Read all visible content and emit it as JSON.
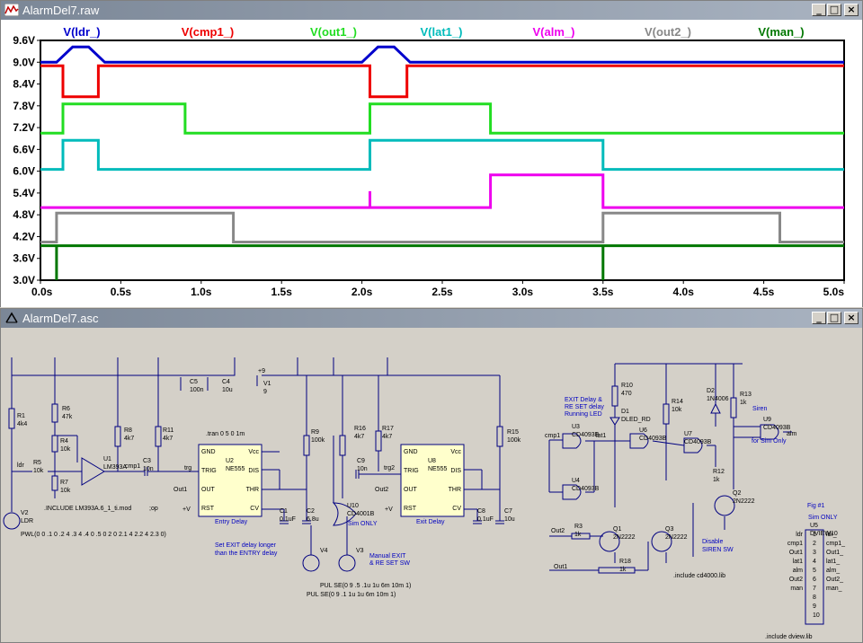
{
  "waveform_window": {
    "title": "AlarmDel7.raw",
    "buttons": {
      "minimize": "_",
      "maximize": "□",
      "close": "×"
    }
  },
  "schematic_window": {
    "title": "AlarmDel7.asc",
    "buttons": {
      "minimize": "_",
      "maximize": "□",
      "close": "×"
    }
  },
  "chart_data": {
    "type": "line",
    "title": "",
    "xlabel": "",
    "ylabel": "",
    "xlim": [
      0.0,
      5.0
    ],
    "ylim": [
      3.0,
      9.6
    ],
    "x_ticks": [
      "0.0s",
      "0.5s",
      "1.0s",
      "1.5s",
      "2.0s",
      "2.5s",
      "3.0s",
      "3.5s",
      "4.0s",
      "4.5s",
      "5.0s"
    ],
    "y_ticks": [
      "3.0V",
      "3.6V",
      "4.2V",
      "4.8V",
      "5.4V",
      "6.0V",
      "6.6V",
      "7.2V",
      "7.8V",
      "8.4V",
      "9.0V",
      "9.6V"
    ],
    "background": "#000000",
    "grid": false,
    "series": [
      {
        "name": "V(ldr_)",
        "color": "#0000cc",
        "x": [
          0.0,
          0.1,
          0.2,
          0.3,
          0.4,
          2.0,
          2.1,
          2.2,
          2.3,
          2.4,
          5.0
        ],
        "y": [
          9.0,
          9.0,
          9.42,
          9.42,
          9.0,
          9.0,
          9.42,
          9.42,
          9.0,
          9.0,
          9.0
        ]
      },
      {
        "name": "V(cmp1_)",
        "color": "#ee0000",
        "x": [
          0.0,
          0.14,
          0.14,
          0.36,
          0.36,
          2.05,
          2.05,
          2.28,
          2.28,
          5.0
        ],
        "y": [
          8.9,
          8.9,
          8.05,
          8.05,
          8.9,
          8.9,
          8.05,
          8.05,
          8.9,
          8.9
        ]
      },
      {
        "name": "V(out1_)",
        "color": "#22dd22",
        "x": [
          0.0,
          0.14,
          0.14,
          0.9,
          0.9,
          2.05,
          2.05,
          2.8,
          2.8,
          5.0
        ],
        "y": [
          7.05,
          7.05,
          7.85,
          7.85,
          7.05,
          7.05,
          7.85,
          7.85,
          7.05,
          7.05
        ]
      },
      {
        "name": "V(lat1_)",
        "color": "#00bbbb",
        "x": [
          0.0,
          0.14,
          0.14,
          0.36,
          0.36,
          2.05,
          2.05,
          3.5,
          3.5,
          5.0
        ],
        "y": [
          6.05,
          6.05,
          6.85,
          6.85,
          6.05,
          6.05,
          6.85,
          6.85,
          6.05,
          6.05
        ]
      },
      {
        "name": "V(alm_)",
        "color": "#ee00ee",
        "x": [
          0.0,
          2.05,
          2.05,
          2.05,
          2.8,
          2.8,
          3.5,
          3.5,
          5.0
        ],
        "y": [
          5.0,
          5.0,
          5.45,
          5.0,
          5.0,
          5.9,
          5.9,
          5.0,
          5.0
        ]
      },
      {
        "name": "V(out2_)",
        "color": "#888888",
        "x": [
          0.0,
          0.1,
          0.1,
          1.2,
          1.2,
          3.5,
          3.5,
          4.6,
          4.6,
          5.0
        ],
        "y": [
          4.05,
          4.05,
          4.85,
          4.85,
          4.05,
          4.05,
          4.85,
          4.85,
          4.05,
          4.05
        ]
      },
      {
        "name": "V(man_)",
        "color": "#007700",
        "x": [
          0.0,
          0.1,
          0.1,
          0.1,
          3.5,
          3.5,
          3.5,
          5.0
        ],
        "y": [
          3.95,
          3.95,
          3.0,
          3.95,
          3.95,
          3.0,
          3.95,
          3.95
        ]
      }
    ]
  },
  "schematic": {
    "parts": [
      {
        "ref": "R1",
        "value": "4k4"
      },
      {
        "ref": "R6",
        "value": "47k"
      },
      {
        "ref": "R4",
        "value": "10k"
      },
      {
        "ref": "R5",
        "value": "10k"
      },
      {
        "ref": "R7",
        "value": "10k"
      },
      {
        "ref": "U1",
        "value": "LM393A"
      },
      {
        "ref": "R8",
        "value": "4k7"
      },
      {
        "ref": "R11",
        "value": "4k7"
      },
      {
        "ref": "C3",
        "value": "10n"
      },
      {
        "ref": "C5",
        "value": "100n"
      },
      {
        "ref": "C4",
        "value": "10u"
      },
      {
        "ref": "V1",
        "value": "9"
      },
      {
        "ref": "U2",
        "value": "NE555"
      },
      {
        "ref": "R9",
        "value": "100k"
      },
      {
        "ref": "C1",
        "value": "0.1uF"
      },
      {
        "ref": "C2",
        "value": "6.8u"
      },
      {
        "ref": "R16",
        "value": "4k7"
      },
      {
        "ref": "R17",
        "value": "4k7"
      },
      {
        "ref": "C9",
        "value": "10n"
      },
      {
        "ref": "U10",
        "value": "CD4001B"
      },
      {
        "ref": "U8",
        "value": "NE555"
      },
      {
        "ref": "R15",
        "value": "100k"
      },
      {
        "ref": "C8",
        "value": "0.1uF"
      },
      {
        "ref": "C7",
        "value": "10u"
      },
      {
        "ref": "V4",
        "value": ""
      },
      {
        "ref": "V3",
        "value": ""
      },
      {
        "ref": "V2",
        "value": "LDR"
      },
      {
        "ref": "R10",
        "value": "470"
      },
      {
        "ref": "D1",
        "value": "DLED_RD"
      },
      {
        "ref": "U3",
        "value": "CD4093B"
      },
      {
        "ref": "U4",
        "value": "CD4093B"
      },
      {
        "ref": "U6",
        "value": "CD4093B"
      },
      {
        "ref": "U7",
        "value": "CD4093B"
      },
      {
        "ref": "R14",
        "value": "10k"
      },
      {
        "ref": "D2",
        "value": "1N4006"
      },
      {
        "ref": "R13",
        "value": "1k"
      },
      {
        "ref": "U9",
        "value": "CD4093B"
      },
      {
        "ref": "R12",
        "value": "1k"
      },
      {
        "ref": "Q2",
        "value": "2N2222"
      },
      {
        "ref": "R3",
        "value": "1k"
      },
      {
        "ref": "Q1",
        "value": "2N2222"
      },
      {
        "ref": "Q3",
        "value": "2N2222"
      },
      {
        "ref": "R18",
        "value": "1k"
      },
      {
        "ref": "U5",
        "value": "DVIEW10"
      }
    ],
    "texts": {
      "tran": ".tran 0 5 0 1m",
      "include_lm": ".INCLUDE LM393A.6_1_ti.mod",
      "op": ";op",
      "pwl": "PWL(0 0 .1 0 .2 4 .3 4 .4 0 .5 0 2 0 2.1 4 2.2 4 2.3 0)",
      "entry_delay": "Entry Delay",
      "exit_delay": "Exit Delay",
      "set_exit_delay": "Set EXIT delay  longer",
      "than_entry": "than the ENTRY delay",
      "sim_only": "Sim ONLY",
      "manual_exit": "Manual EXIT",
      "reset_sw": "& RE SET SW",
      "pulse1": "PUL SE(0 9 .5 .1u 1u 6m 10m 1)",
      "pulse2": "PUL SE(0 9 .1 1u 1u 6m 10m 1)",
      "exit_delay_label": "EXIT Delay &",
      "reset_delay": "RE SET delay",
      "running_led": "Running LED",
      "disable_siren": "Disable",
      "siren_sw": "SIREN  SW",
      "siren": "Siren",
      "for_sim_only": "for Sim Only",
      "include_cd": ".include cd4000.lib",
      "fig": "Fig #1",
      "fig_sim_only": "Sim ONLY",
      "include_dview": ".include dview.lib",
      "alm": "alm",
      "lat1": "lat1",
      "cmp1": "cmp1",
      "ldr": "ldr",
      "trg": "trg",
      "trg2": "trg2",
      "out1": "Out1",
      "out2": "Out2",
      "plus_v": "+V",
      "plus9": "+9"
    },
    "dview_pins": [
      "ldr_",
      "cmp1_",
      "Out1_",
      "lat1_",
      "alm_",
      "Out2_",
      "man_"
    ],
    "dview_inputs": [
      "ldr",
      "cmp1",
      "Out1",
      "lat1",
      "alm",
      "Out2",
      "man"
    ]
  }
}
